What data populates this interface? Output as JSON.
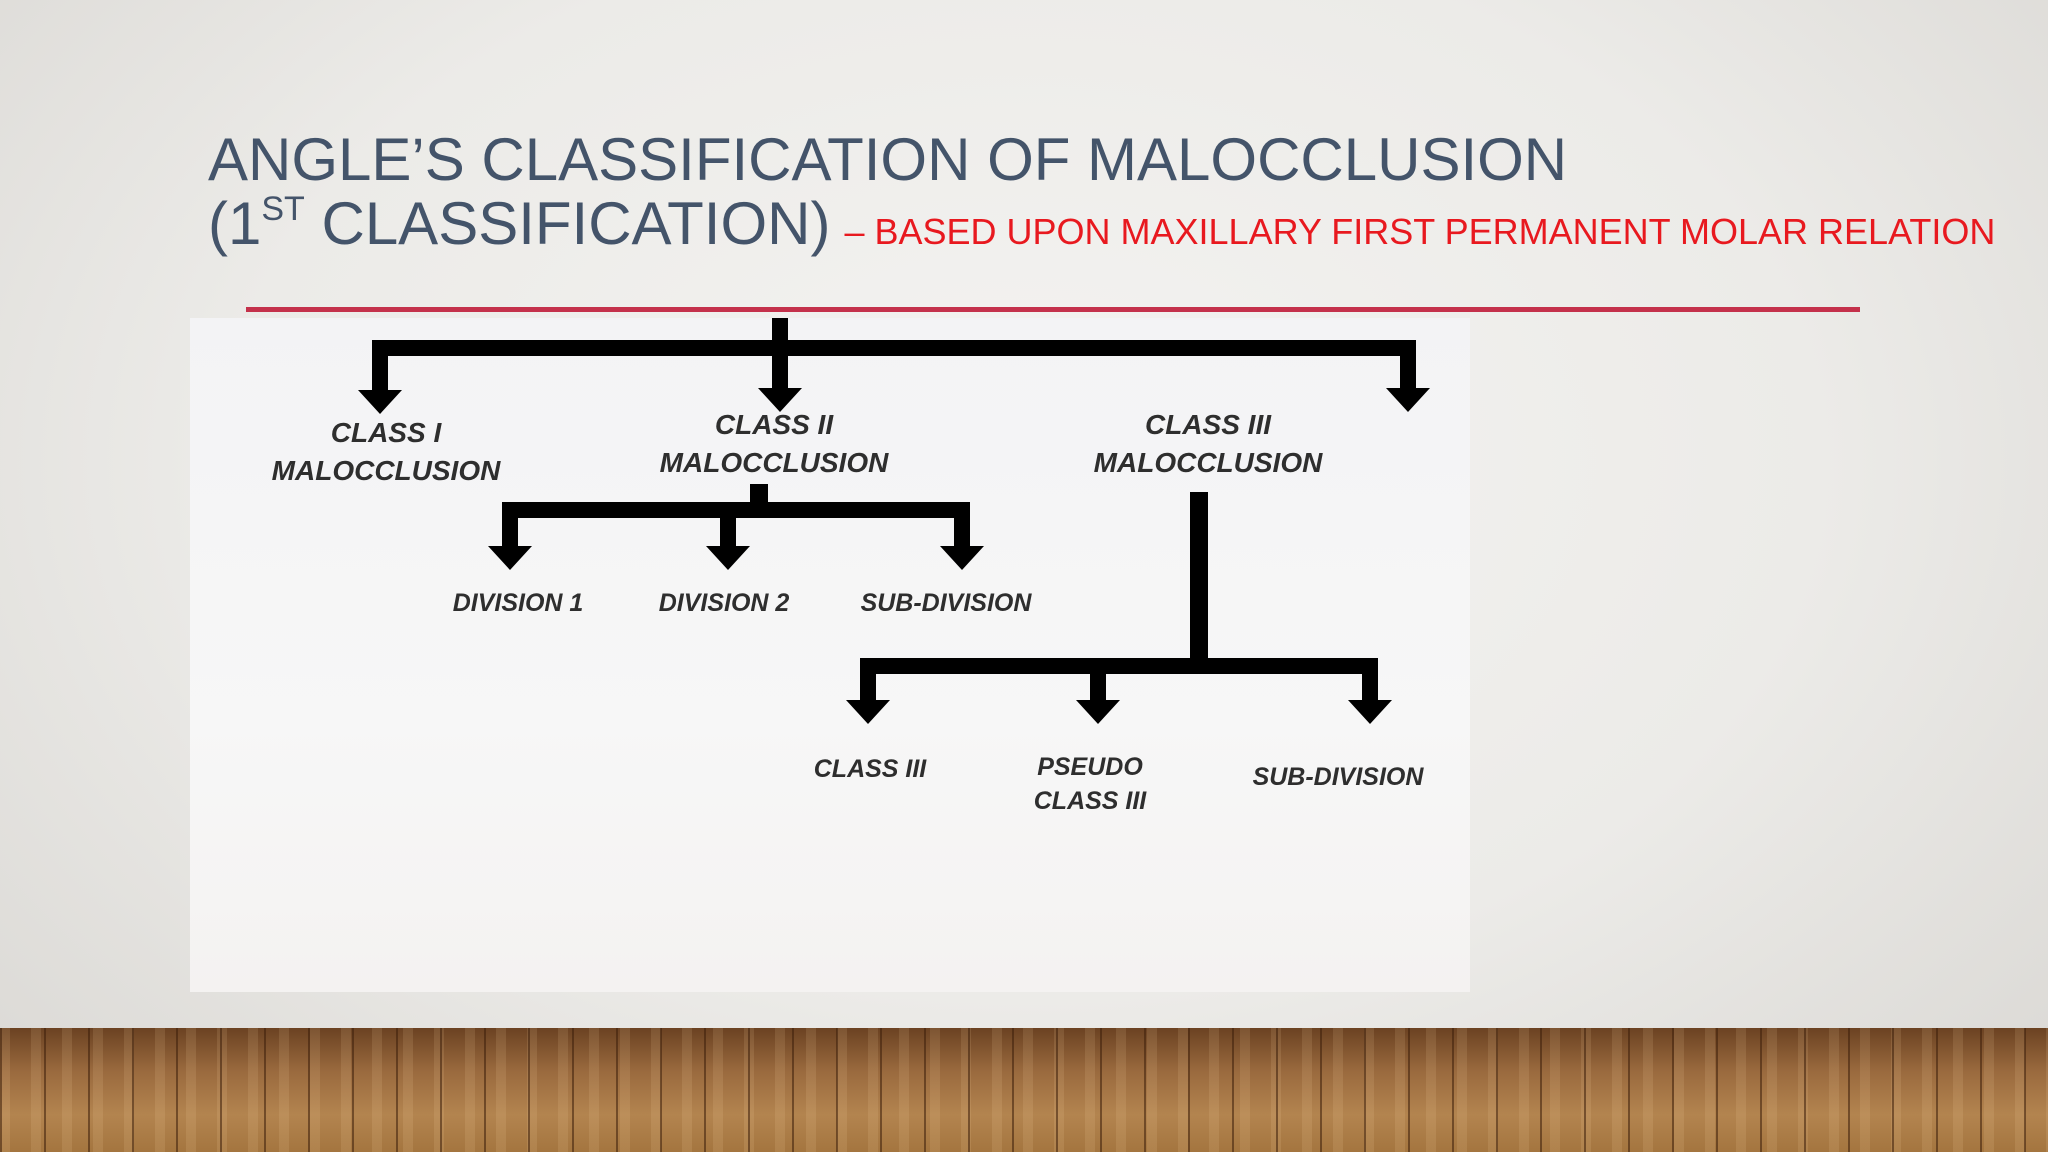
{
  "slide": {
    "title_line1": "ANGLE’S CLASSIFICATION OF MALOCCLUSION",
    "title_line2_prefix": "(1",
    "title_line2_superscript": "ST",
    "title_line2_suffix": " CLASSIFICATION)",
    "subtitle": "– BASED UPON MAXILLARY FIRST PERMANENT MOLAR RELATION"
  },
  "colors": {
    "title": "#44546a",
    "subtitle": "#e8191f",
    "rule": "#c4314b",
    "arrows": "#000000"
  },
  "diagram": {
    "class1": {
      "line1": "CLASS I",
      "line2": "MALOCCLUSION"
    },
    "class2": {
      "line1": "CLASS II",
      "line2": "MALOCCLUSION"
    },
    "class3": {
      "line1": "CLASS III",
      "line2": "MALOCCLUSION"
    },
    "class2_children": [
      "DIVISION 1",
      "DIVISION 2",
      "SUB-DIVISION"
    ],
    "class3_children": {
      "a": "CLASS III",
      "b_line1": "PSEUDO",
      "b_line2": "CLASS III",
      "c": "SUB-DIVISION"
    }
  }
}
